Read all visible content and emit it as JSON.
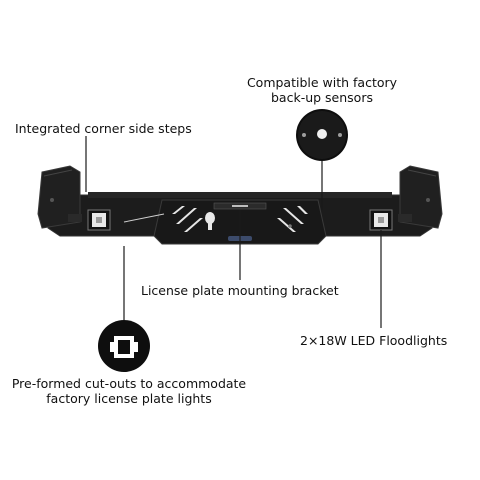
{
  "callouts": {
    "sensors": [
      "Compatible with factory",
      "back-up sensors"
    ],
    "steps": "Integrated corner side steps",
    "bracket": "License plate mounting bracket",
    "floodlights": "2×18W LED Floodlights",
    "cutouts": [
      "Pre-formed cut-outs to accommodate",
      "factory license plate lights"
    ]
  },
  "icons": {
    "sensor_closeup": "sensor-hole-closeup-icon",
    "cutout_closeup": "license-light-cutout-icon"
  },
  "colors": {
    "bumper": "#1c1c1c",
    "bumper_edge": "#333333",
    "light_lens": "#e8e8e8",
    "text": "#111111"
  }
}
